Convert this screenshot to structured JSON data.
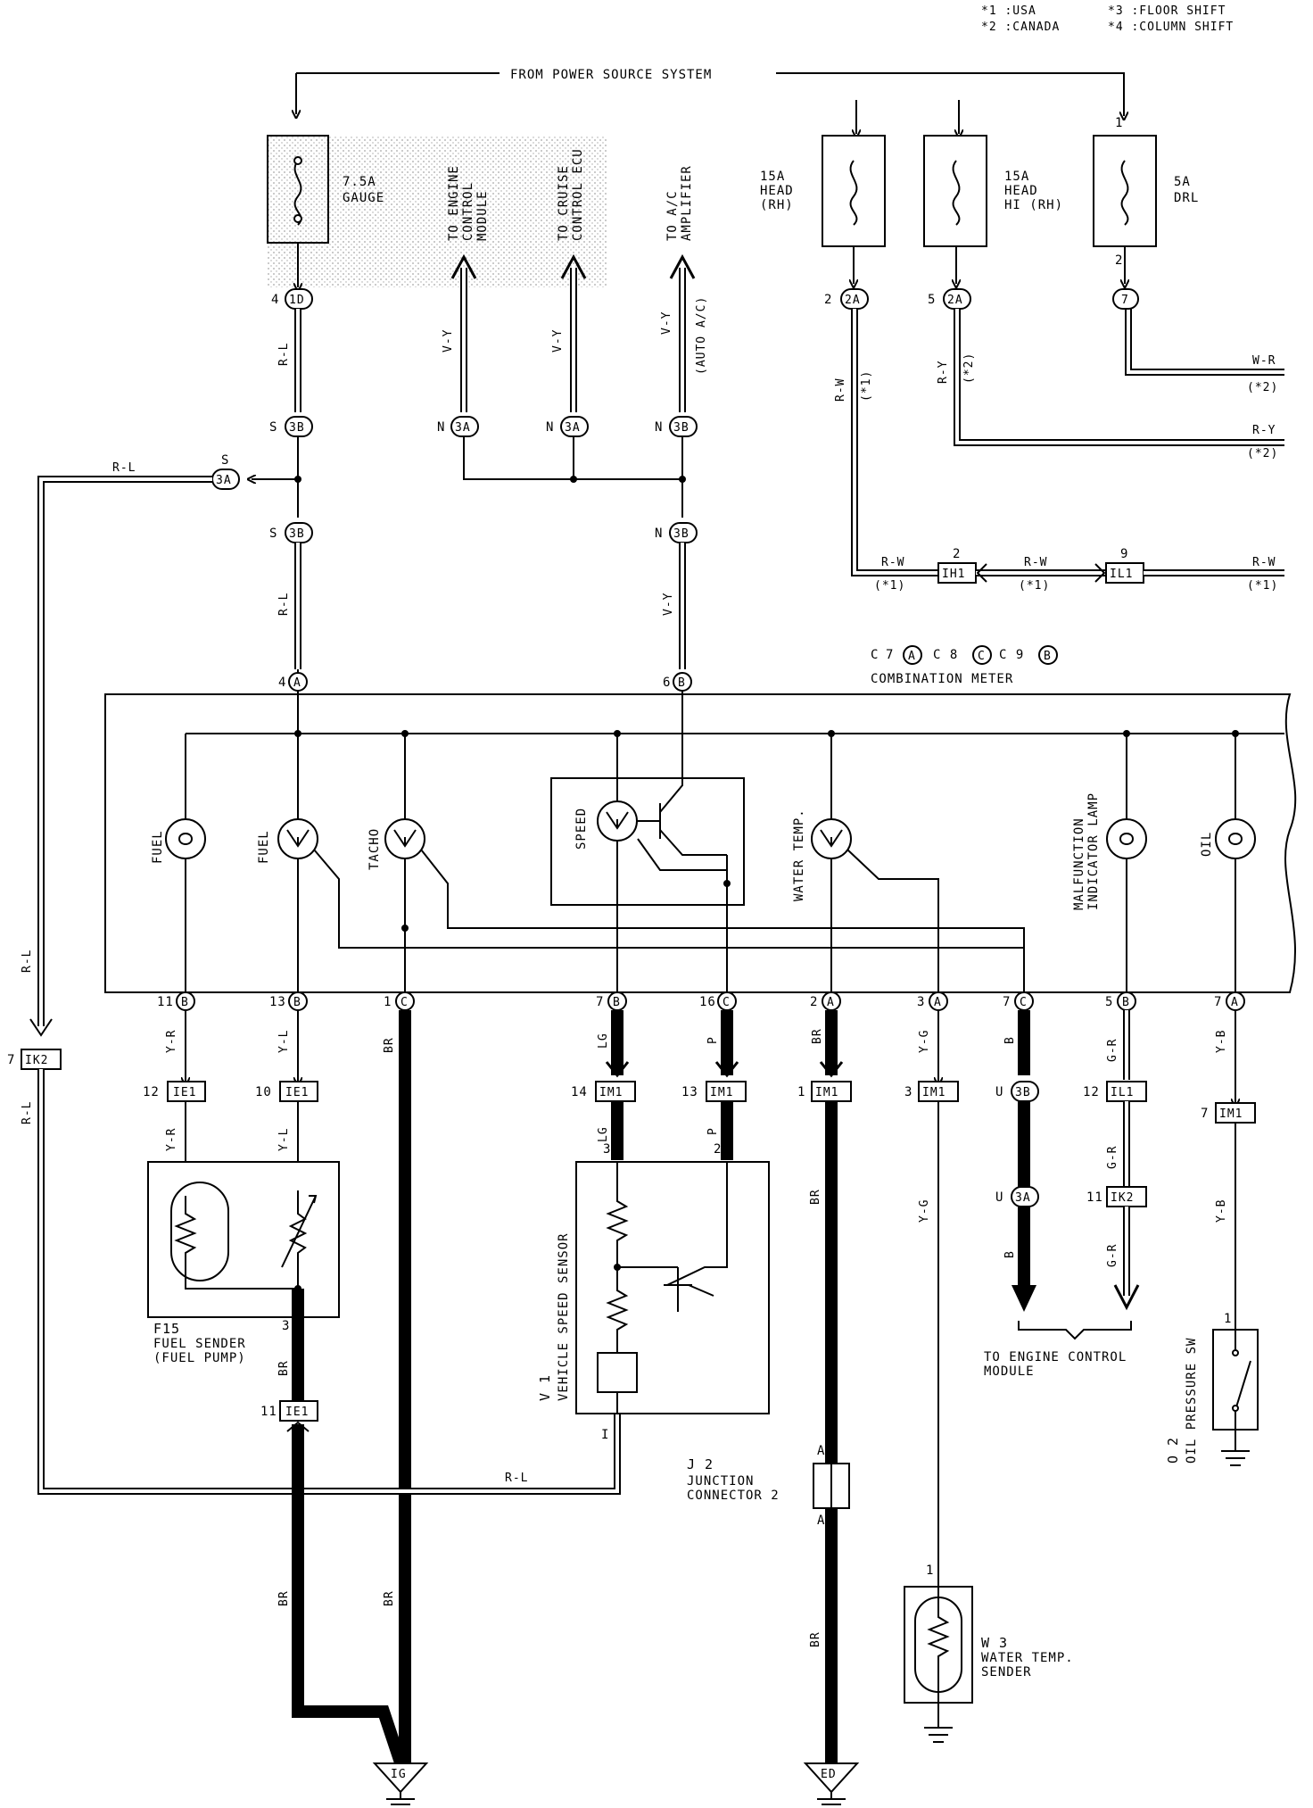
{
  "legend": [
    "*1 :USA",
    "*2 :CANADA",
    "*3 :FLOOR SHIFT",
    "*4 :COLUMN SHIFT"
  ],
  "top": {
    "power_source": "FROM POWER SOURCE SYSTEM",
    "to_engine": [
      "TO ENGINE",
      "CONTROL",
      "MODULE"
    ],
    "to_cruise": [
      "TO CRUISE",
      "CONTROL ECU"
    ],
    "to_ac": [
      "TO A/C",
      "AMPLIFIER"
    ],
    "auto_ac": "(AUTO A/C)"
  },
  "fuses": [
    {
      "amp": "7.5A",
      "name": "GAUGE"
    },
    {
      "amp": "15A",
      "name": "HEAD",
      "name2": "(RH)"
    },
    {
      "amp": "15A",
      "name": "HEAD",
      "name2": "HI (RH)"
    },
    {
      "amp": "5A",
      "name": "DRL"
    }
  ],
  "connectors": {
    "c1D": "1D",
    "c3B": "3B",
    "c3A": "3A",
    "c2A": "2A",
    "c7": "7",
    "cA": "A",
    "cB": "B",
    "cC": "C",
    "IH1": "IH1",
    "IL1": "IL1",
    "IE1": "IE1",
    "IM1": "IM1",
    "IK2": "IK2"
  },
  "pins": {
    "p1": "1",
    "p2": "2",
    "p3": "3",
    "p4": "4",
    "p5": "5",
    "p6": "6",
    "p7": "7",
    "p9": "9",
    "p10": "10",
    "p11": "11",
    "p12": "12",
    "p13": "13",
    "p14": "14",
    "p16": "16",
    "S": "S",
    "N": "N",
    "U": "U",
    "A": "A",
    "I": "I"
  },
  "wires": {
    "RL": "R-L",
    "VY": "V-Y",
    "RW": "R-W",
    "RY": "R-Y",
    "WR": "W-R",
    "YR": "Y-R",
    "YL": "Y-L",
    "BR": "BR",
    "LG": "LG",
    "P": "P",
    "YG": "Y-G",
    "B": "B",
    "GR": "G-R",
    "YB": "Y-B",
    "m1": "(*1)",
    "m2": "(*2)"
  },
  "meter": {
    "ids": [
      "C",
      "7",
      "C 8",
      "C 9"
    ],
    "title": "COMBINATION METER",
    "gauges": [
      "FUEL",
      "FUEL",
      "TACHO",
      "SPEED",
      "WATER TEMP.",
      "MALFUNCTION",
      "INDICATOR LAMP",
      "OIL"
    ]
  },
  "components": {
    "f15": {
      "id": "F15",
      "name": "FUEL SENDER",
      "sub": "(FUEL PUMP)"
    },
    "v1": {
      "id": "V 1",
      "name": "VEHICLE SPEED SENSOR"
    },
    "j2": {
      "id": "J 2",
      "name": "JUNCTION",
      "sub": "CONNECTOR 2"
    },
    "w3": {
      "id": "W 3",
      "name": "WATER TEMP.",
      "sub": "SENDER"
    },
    "o2": {
      "id": "O 2",
      "name": "OIL PRESSURE SW"
    },
    "ecm": [
      "TO ENGINE CONTROL",
      "MODULE"
    ]
  },
  "grounds": [
    "IG",
    "ED"
  ]
}
